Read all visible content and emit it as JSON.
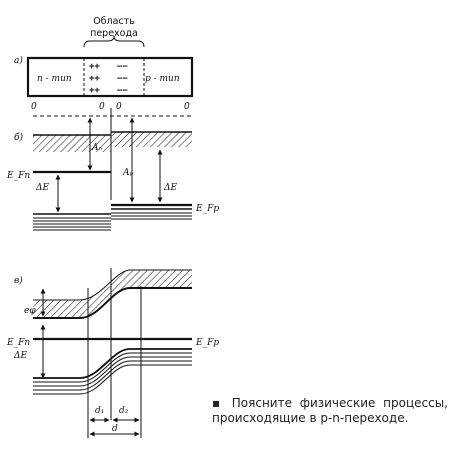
{
  "header": {
    "line1": "Область",
    "line2": "перехода"
  },
  "parts": {
    "a": "а)",
    "b": "б)",
    "c": "в)"
  },
  "regions": {
    "n": "n - тип",
    "p": "p - тип"
  },
  "charges": {
    "plus": "++",
    "minus": "−−"
  },
  "zero": "0",
  "symbols": {
    "an": "Aₙ",
    "ap": "Aₚ",
    "de": "ΔE",
    "efn": "E_Fn",
    "efp": "E_Fp",
    "ephi": "eφ",
    "d1": "d₁",
    "d2": "d₂",
    "d": "d"
  },
  "note": "▪ Поясните физические процессы, происходящие в p-n-переходе."
}
